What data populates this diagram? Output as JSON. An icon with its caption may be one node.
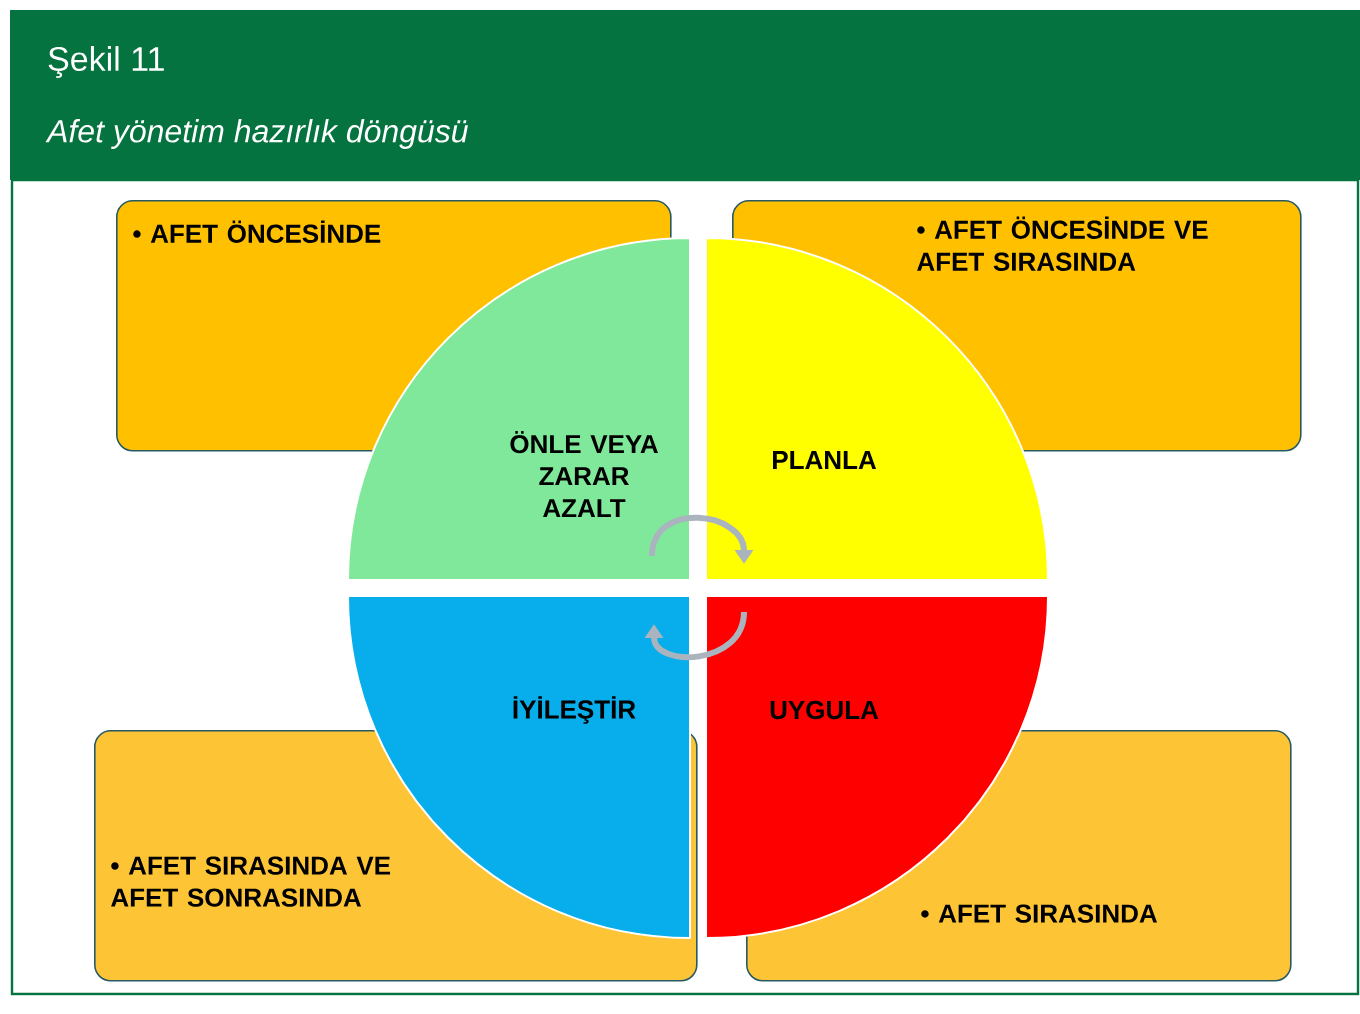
{
  "diagram": {
    "title": "Şekil 11",
    "caption": "Afet yönetim hazırlık döngüsü",
    "nodes": [
      {
        "text": [
          "• AFET ÖNCESİNDE"
        ]
      },
      {
        "text": [
          "• AFET ÖNCESİNDE VE AFET SIRASINDA"
        ]
      },
      {
        "text": [
          "• AFET SIRASINDA VE AFET SONRASINDA"
        ]
      },
      {
        "text": [
          "• AFET SIRASINDA"
        ]
      },
      {
        "text": [
          "ÖNLE VEYA ZARAR AZALT"
        ]
      },
      {
        "text": [
          "PLANLA"
        ]
      },
      {
        "text": [
          "İYİLEŞTİR"
        ]
      },
      {
        "text": [
          "UYGULA"
        ]
      }
    ],
    "edges": [
      {
        "from": 4,
        "to": 5,
        "arrow": "to"
      },
      {
        "from": 7,
        "to": 6,
        "arrow": "to"
      }
    ]
  }
}
